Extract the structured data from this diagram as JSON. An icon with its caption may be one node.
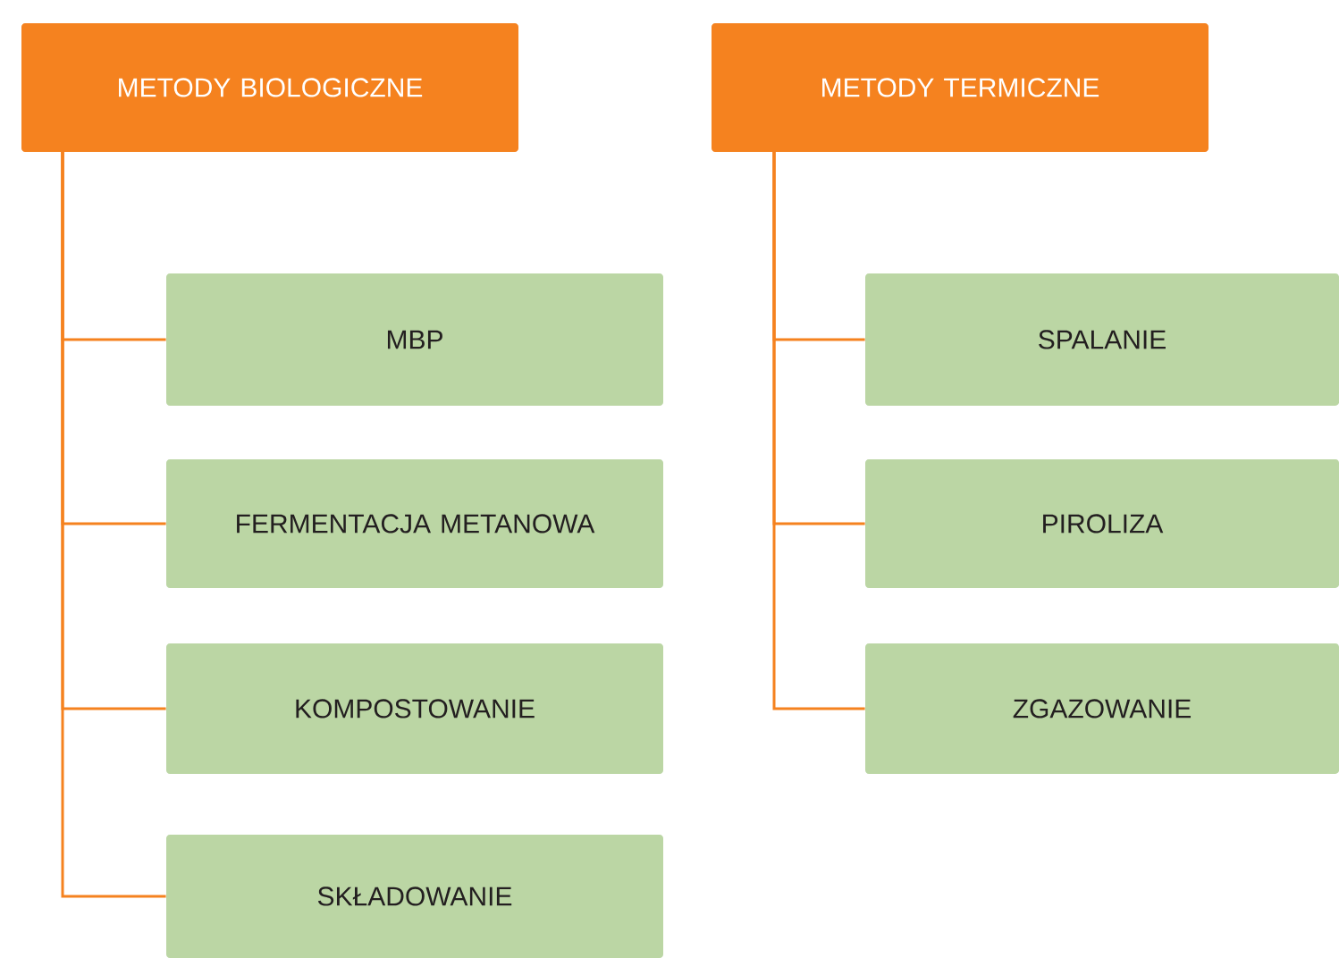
{
  "diagram": {
    "nodes": [
      {
        "text": [
          "METODY BIOLOGICZNE"
        ]
      },
      {
        "text": [
          "METODY TERMICZNE"
        ]
      },
      {
        "text": [
          "MBP"
        ]
      },
      {
        "text": [
          "FERMENTACJA METANOWA"
        ]
      },
      {
        "text": [
          "KOMPOSTOWANIE"
        ]
      },
      {
        "text": [
          "SKŁADOWANIE"
        ]
      },
      {
        "text": [
          "SPALANIE"
        ]
      },
      {
        "text": [
          "PIROLIZA"
        ]
      },
      {
        "text": [
          "ZGAZOWANIE"
        ]
      }
    ],
    "edges": [
      {
        "from": 0,
        "to": 2,
        "arrow": "none"
      },
      {
        "from": 0,
        "to": 3,
        "arrow": "none"
      },
      {
        "from": 0,
        "to": 4,
        "arrow": "none"
      },
      {
        "from": 0,
        "to": 5,
        "arrow": "none"
      },
      {
        "from": 1,
        "to": 6,
        "arrow": "none"
      },
      {
        "from": 1,
        "to": 7,
        "arrow": "none"
      },
      {
        "from": 1,
        "to": 8,
        "arrow": "none"
      }
    ]
  }
}
